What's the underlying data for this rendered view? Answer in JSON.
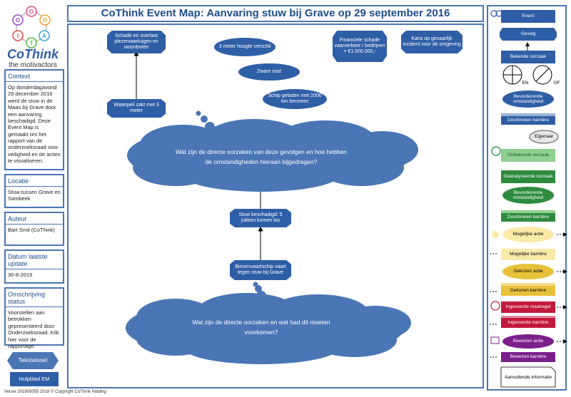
{
  "logo": {
    "letters": [
      "O",
      "R",
      "A",
      "T",
      "I",
      "O"
    ],
    "brand": "CoThink",
    "tagline": "the motivactors"
  },
  "title": "CoThink Event Map: Aanvaring stuw bij Grave op 29 september 2016",
  "panels": [
    {
      "header": "Context",
      "body": "Op donderdagavond 29 december 2016 werd de stuw in de Maas bij Grave door een aanvaring beschadigd. Deze Event Map is gemaakt om het rapport van de onderzoeksraad voor veiligheid en de acties te visualiseren."
    },
    {
      "header": "Locatie",
      "body": "Stuw tussen Grave en Sambeek"
    },
    {
      "header": "Auteur",
      "body": "Bart Smit (CoThink)"
    },
    {
      "header": "Datum laatste update",
      "body": "30-8-2019"
    },
    {
      "header": "Omschrijving status",
      "body": "Voorstellen aan betrokken gepresenteerd door Onderzoeksraad. Klik hier voor de rapportage."
    }
  ],
  "buttons": {
    "text_toggle": "Tekstwissel",
    "help": "Hulpblad EM"
  },
  "nodes": {
    "schade": "Schade en overlast plezervaartuigen en woonboten",
    "waterpeil": "Waterpeil zakt met 3 meter",
    "hoogteverschil": "3 meter hoogte verschil",
    "mist": "Zware mist",
    "schip": "Schip geladen met 2000 ton benzeen",
    "financieel": "Financiele schade vaarverkeer / bedrijven > €1.000.000,-",
    "kans": "Kans op gevaarlijk incident voor de omgeving",
    "stuw": "Stuw beschadigd: 5 jukken komen los",
    "binnenvaart": "Binnenvaartschip vaart tegen stuw bij Grave"
  },
  "clouds": {
    "top": "Wat zijn de directe oorzaken van deze gevolgen en hoe hebben de omstandigheden hieraan bijgedragen?",
    "bottom": "Wat zijn de directe oorzaken en wat had dit moeten voorkomen?"
  },
  "legend": {
    "event": "Event",
    "gevolg": "Gevolg",
    "bekende_oorzaak": "Bekende oorzaak",
    "en": "EN",
    "of": "OF",
    "bevorderende_blue": "Bevorderende omstandigheid",
    "doorbroken_blue": "Doorbroken barrière",
    "eigenaar": "Eigenaar",
    "onbekende_oorzaak": "Onbekende oorzaak",
    "geanalyseerde_oorzaak": "Geanalyseerde oorzaak",
    "bevorderende_green": "Bevorderende omstandigheid",
    "doorbroken_green": "Doorbroken barrière",
    "mogelijke_actie": "Mogelijke actie",
    "mogelijke_barriere": "Mogelijke barrière",
    "gekozen_actie": "Gekozen actie",
    "gekozen_barriere": "Gekozen barrière",
    "ingevoerde_maatregel": "Ingevoerde maatregel",
    "ingevoerde_barriere": "Ingevoerde barrière",
    "bewezen_actie": "Bewezen actie",
    "bewezen_barriere": "Bewezen barrière",
    "aanvullende_informatie": "Aanvullende informatie"
  },
  "colors": {
    "border": "#4a76b5",
    "node": "#2e5ea6",
    "cloud": "#4a76b5",
    "green": "#2e8b3e",
    "lightgreen": "#8fcf8f",
    "yellow": "#e8c13a",
    "lightyellow": "#fbe9a8",
    "red": "#c2183b",
    "purple": "#7b1f8c"
  },
  "version": "Versie 201805055 2018 © Copyright CoThink Holding"
}
